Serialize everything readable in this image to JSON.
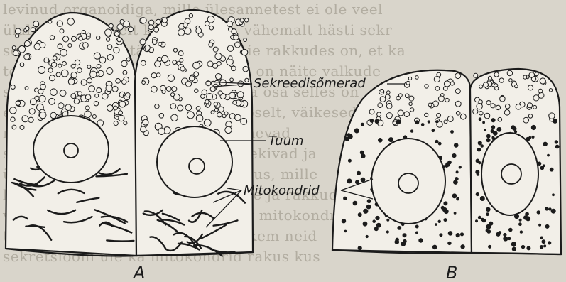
{
  "labels": {
    "secretory_granules": "Sekreedisõmerad",
    "nucleus": "Tuum",
    "mitochondria": "Mitokondrid"
  },
  "panels": {
    "a": "A",
    "b": "B"
  },
  "background_text": [
    "levinud organoidiga, mille ülesannetest ei ole veel",
    "ülalpool. Osaliselt kontrollivad, vähemalt hästi sekr",
    "sekretsioon, see tähendab et meie rakkudes on, et ka",
    "tes, õige rakku, mille ülesandeks on näite valkude",
    "sünteesis. Mõned rakud, suurema osa selles on",
    "eriti näärmetes. Rakkudes on täpselt, väikesed",
    "mitokondrid on rakus, milles esinevad",
    "sekretsioon sõltub mitokondrid tekivad ja",
    "ülesandeks on ka rakkude aktiivsus, mille",
    "läbides, rakkude tööd selgitatakse ja rakkude",
    "väikesed organismid kandes ning mitokondrid",
    "tööst, mõned rakud on üldse rohkem neid",
    "sekretsiooni üle ka mitokondrid rakus kus"
  ],
  "colors": {
    "ink": "#1b1b1b",
    "cell_fill": "#f2efe8",
    "paper": "#d9d5cb"
  }
}
